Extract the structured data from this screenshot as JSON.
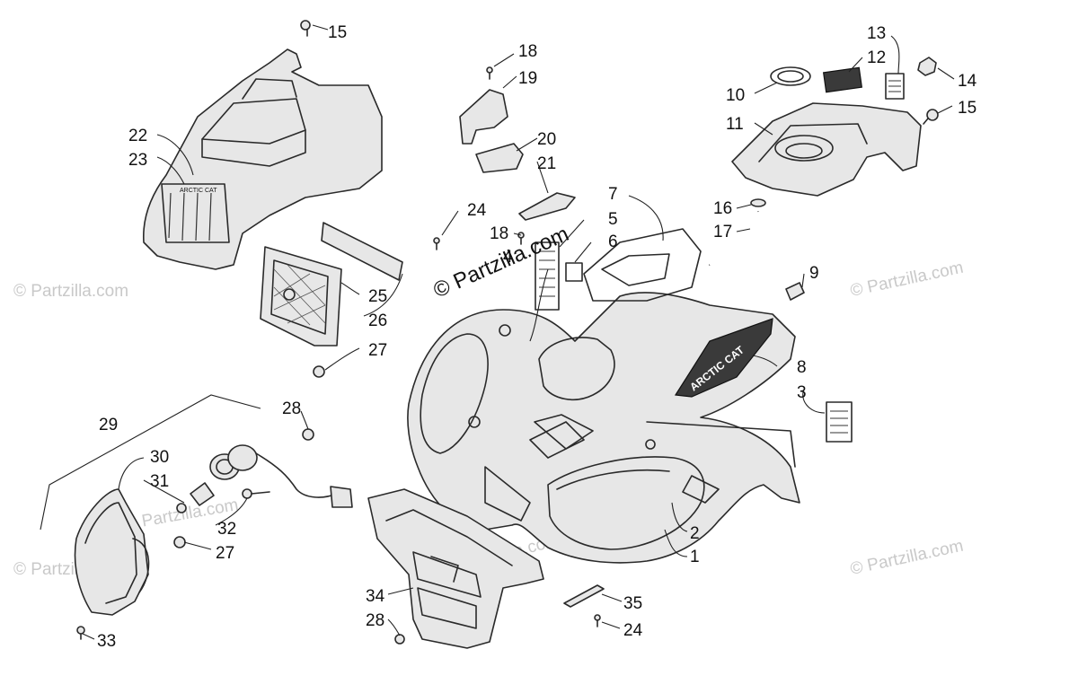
{
  "watermark": {
    "main": "© Partzilla.com",
    "faint": "© Partzilla.com"
  },
  "decal": {
    "brand": "ARCTIC CAT",
    "grille_brand": "ARCTIC CAT"
  },
  "callouts": {
    "c1": "1",
    "c2": "2",
    "c3": "3",
    "c4": "4",
    "c5": "5",
    "c6": "6",
    "c7": "7",
    "c8": "8",
    "c9": "9",
    "c10": "10",
    "c11": "11",
    "c12": "12",
    "c13": "13",
    "c14": "14",
    "c15a": "15",
    "c15b": "15",
    "c16": "16",
    "c17": "17",
    "c18a": "18",
    "c18b": "18",
    "c19": "19",
    "c20": "20",
    "c21": "21",
    "c22": "22",
    "c23": "23",
    "c24a": "24",
    "c24b": "24",
    "c25": "25",
    "c26": "26",
    "c27a": "27",
    "c27b": "27",
    "c28a": "28",
    "c28b": "28",
    "c29": "29",
    "c30": "30",
    "c31": "31",
    "c32": "32",
    "c33": "33",
    "c34": "34",
    "c35": "35"
  }
}
